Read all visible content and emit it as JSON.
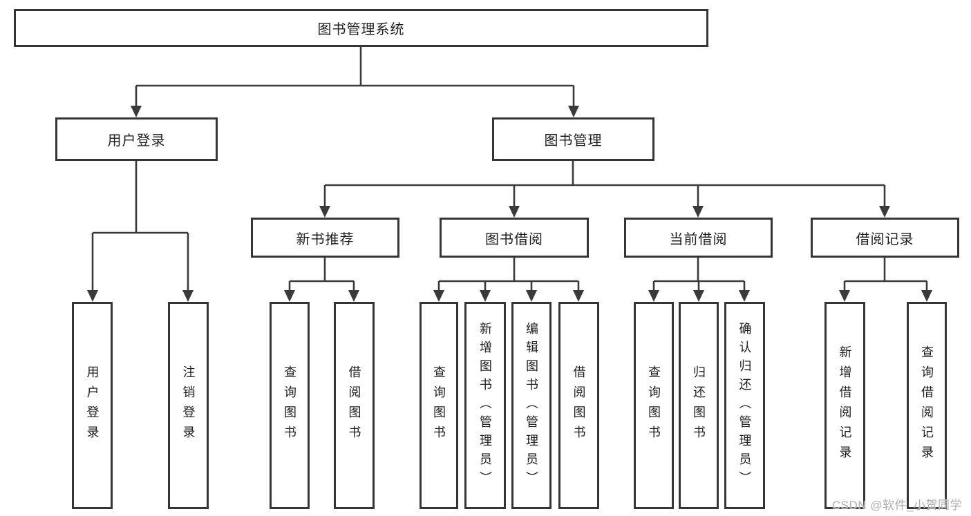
{
  "nodes": {
    "root": "图书管理系统",
    "user_login": "用户登录",
    "book_mgmt": "图书管理",
    "new_book_rec": "新书推荐",
    "book_borrow": "图书借阅",
    "current_borrow": "当前借阅",
    "borrow_record": "借阅记录",
    "leaf_user_login": "用户登录",
    "leaf_logout": "注销登录",
    "leaf_query_book_1": "查询图书",
    "leaf_borrow_book_1": "借阅图书",
    "leaf_query_book_2": "查询图书",
    "leaf_add_book": "新增图书（管理员）",
    "leaf_edit_book": "编辑图书（管理员）",
    "leaf_borrow_book_2": "借阅图书",
    "leaf_query_book_3": "查询图书",
    "leaf_return_book": "归还图书",
    "leaf_confirm_return": "确认归还（管理员）",
    "leaf_add_record": "新增借阅记录",
    "leaf_query_record": "查询借阅记录"
  },
  "watermark": {
    "text": "CSDN @软件_小贺同学"
  },
  "colors": {
    "background": "#ffffff",
    "box_border": "#353535",
    "connector_line": "#3a3a3a",
    "text": "#1e1e1e",
    "watermark_text": "#adadad"
  }
}
